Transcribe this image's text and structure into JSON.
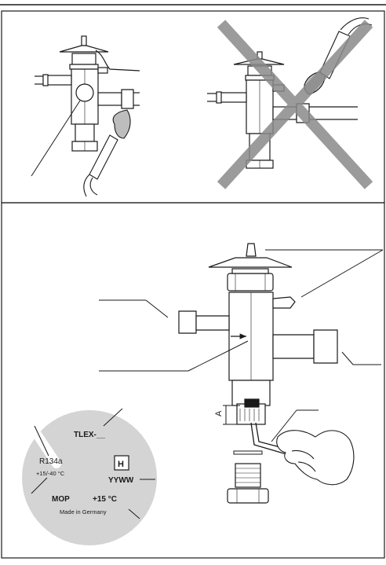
{
  "colors": {
    "line": "#1a1a1a",
    "cross": "#8a8a8a",
    "label_disc": "#d4d4d4",
    "flame": "#bdbdbd"
  },
  "label": {
    "model": "TLEX-__",
    "refrigerant": "R134a",
    "range": "+15/-40 °C",
    "date_code": "YYWW",
    "mop": "MOP",
    "mop_value": "+15 °C",
    "origin": "Made in Germany",
    "logo_letter": "H"
  },
  "dimension_label": "A",
  "icons": [
    "torch-icon",
    "prohibited-cross-icon",
    "hex-key-icon",
    "hand-icon",
    "flow-arrow-icon",
    "logo-icon"
  ]
}
